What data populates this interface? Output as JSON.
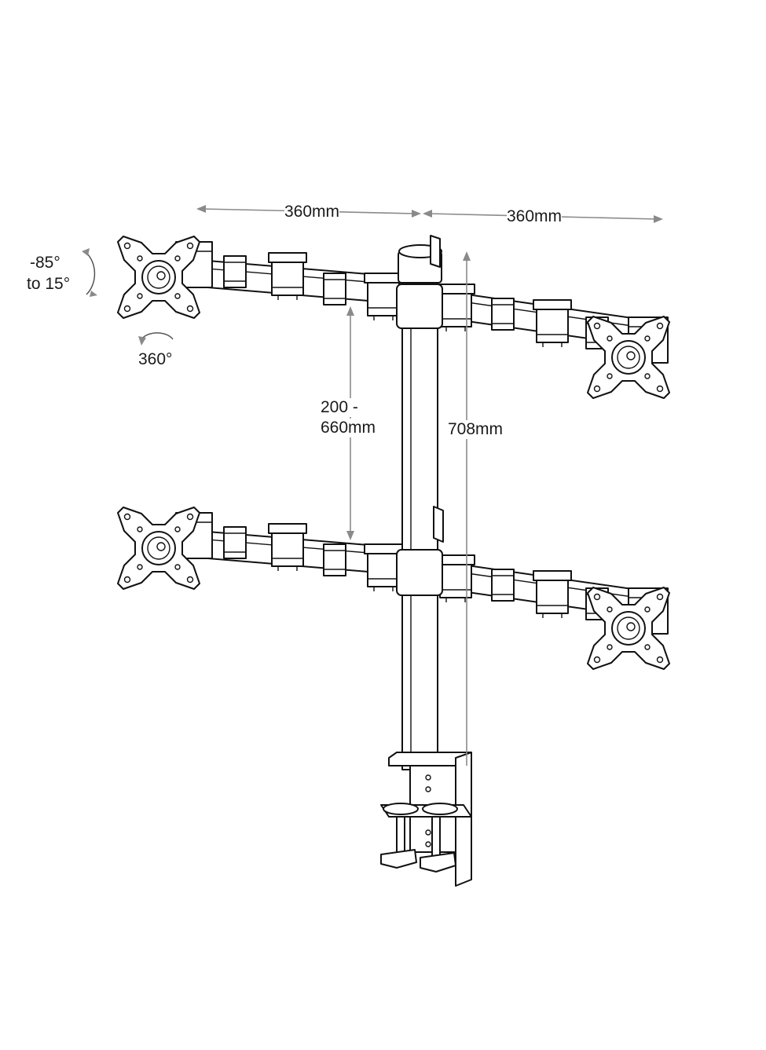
{
  "dimensions": {
    "arm_left_length": "360mm",
    "arm_right_length": "360mm",
    "height_range_line1": "200 -",
    "height_range_line2": "660mm",
    "pole_height": "708mm"
  },
  "rotation": {
    "tilt_line1": "-85°",
    "tilt_line2": "to 15°",
    "swivel": "360°"
  },
  "colors": {
    "outline": "#111111",
    "dimension_line": "#8a8a8a",
    "background": "#ffffff"
  }
}
